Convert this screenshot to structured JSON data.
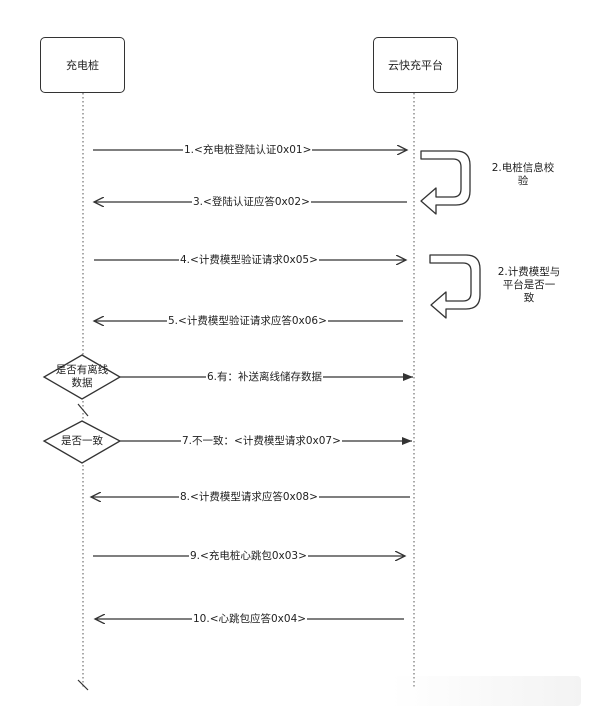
{
  "participants": {
    "left": "充电桩",
    "right": "云快充平台"
  },
  "messages": [
    {
      "label": "1.<充电桩登陆认证0x01>"
    },
    {
      "label": "3.<登陆认证应答0x02>"
    },
    {
      "label": "4.<计费模型验证请求0x05>"
    },
    {
      "label": "5.<计费模型验证请求应答0x06>"
    },
    {
      "label": "6.有：补送离线储存数据"
    },
    {
      "label": "7.不一致：<计费模型请求0x07>"
    },
    {
      "label": "8.<计费模型请求应答0x08>"
    },
    {
      "label": "9.<充电桩心跳包0x03>"
    },
    {
      "label": "10.<心跳包应答0x04>"
    }
  ],
  "self_notes": [
    {
      "line1": "2.电桩信息校",
      "line2": "验"
    },
    {
      "line1": "2.计费模型与",
      "line2": "平台是否一",
      "line3": "致"
    }
  ],
  "decisions": [
    {
      "line1": "是否有离线",
      "line2": "数据"
    },
    {
      "line1": "是否一致"
    }
  ]
}
